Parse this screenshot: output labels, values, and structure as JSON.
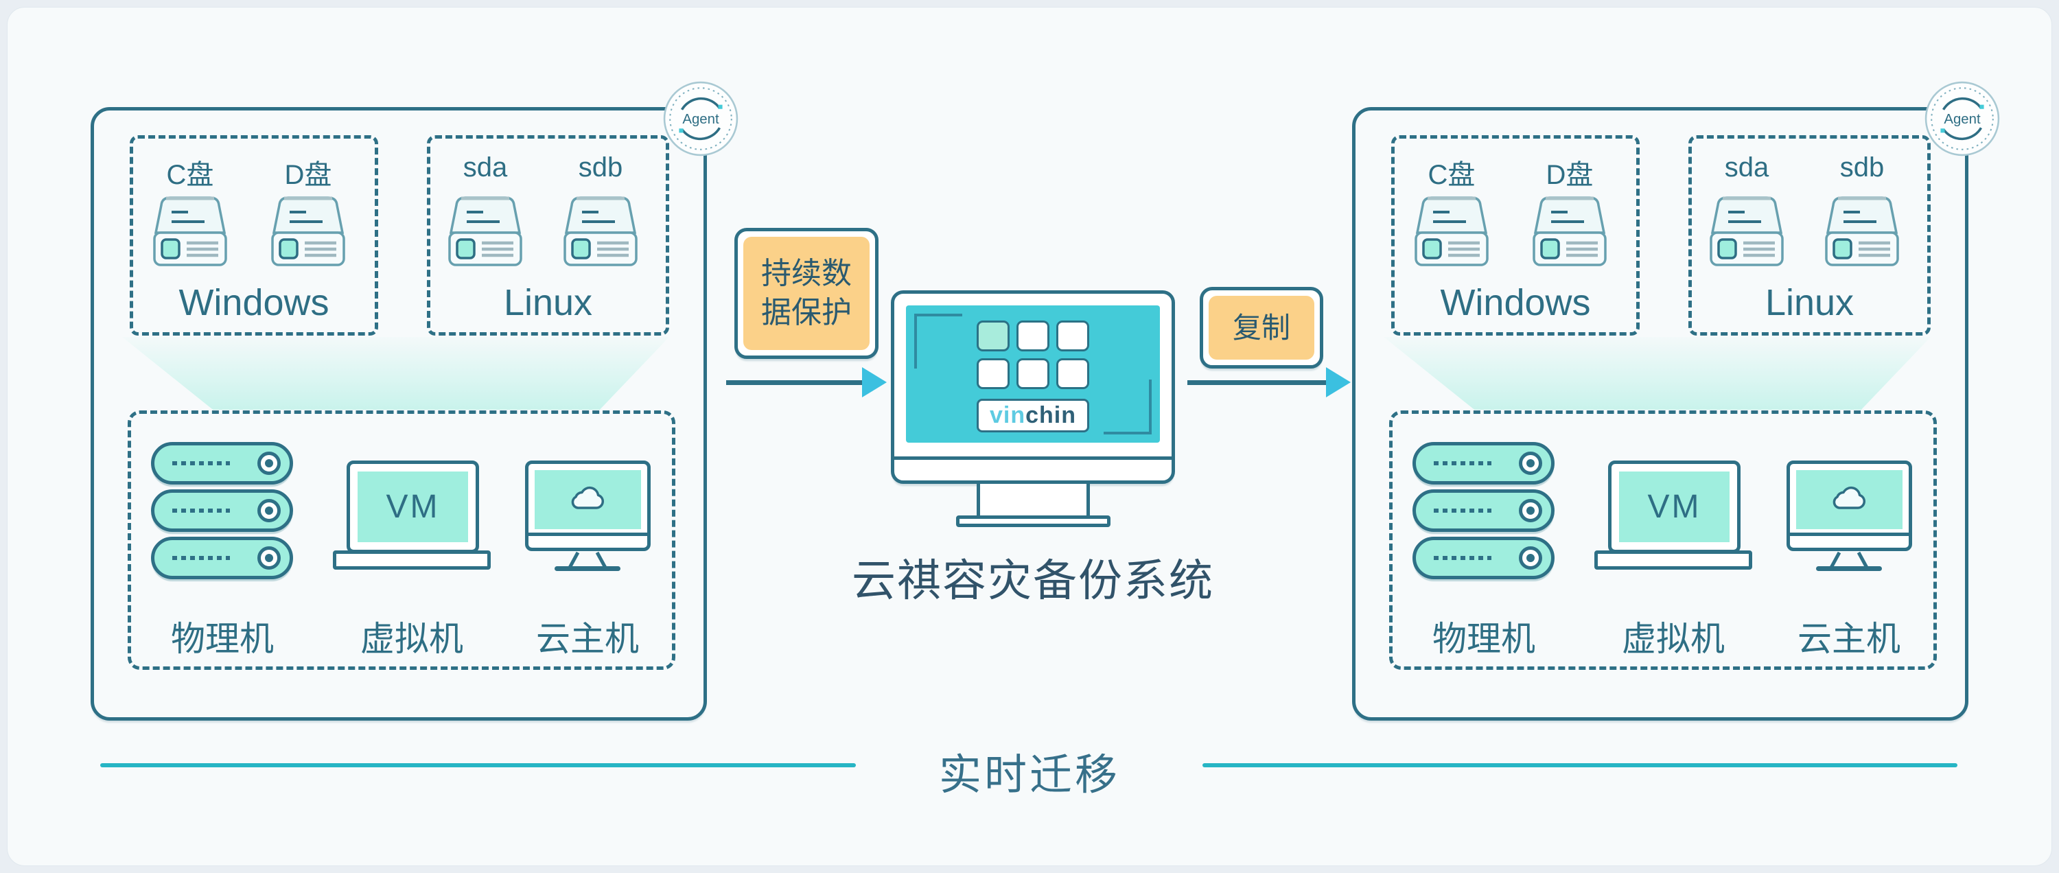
{
  "colors": {
    "outer_bg": "#e9eef3",
    "card_bg": "#f7fafb",
    "teal_border": "#2e7086",
    "text": "#2e6e84",
    "title_text": "#31536a",
    "mint": "#9feede",
    "mint_beam": "#c9f3ec",
    "screen_teal": "#44cbd8",
    "orange": "#fbd189",
    "arrow_head": "#3bc0e0",
    "divider_line": "#27b5c4",
    "logo_vin": "#5ecbe2",
    "logo_chin": "#2f6077"
  },
  "host_group": {
    "agent_label": "Agent",
    "windows": {
      "disk1": "C盘",
      "disk2": "D盘",
      "label": "Windows"
    },
    "linux": {
      "disk1": "sda",
      "disk2": "sdb",
      "label": "Linux"
    },
    "machines": {
      "physical": "物理机",
      "virtual": "虚拟机",
      "cloud": "云主机"
    },
    "vm_text": "VM"
  },
  "center": {
    "cdp_line1": "持续数",
    "cdp_line2": "据保护",
    "copy_label": "复制",
    "system_title": "云祺容灾备份系统",
    "logo_vin": "vin",
    "logo_chin": "chin"
  },
  "footer": {
    "caption": "实时迁移"
  }
}
